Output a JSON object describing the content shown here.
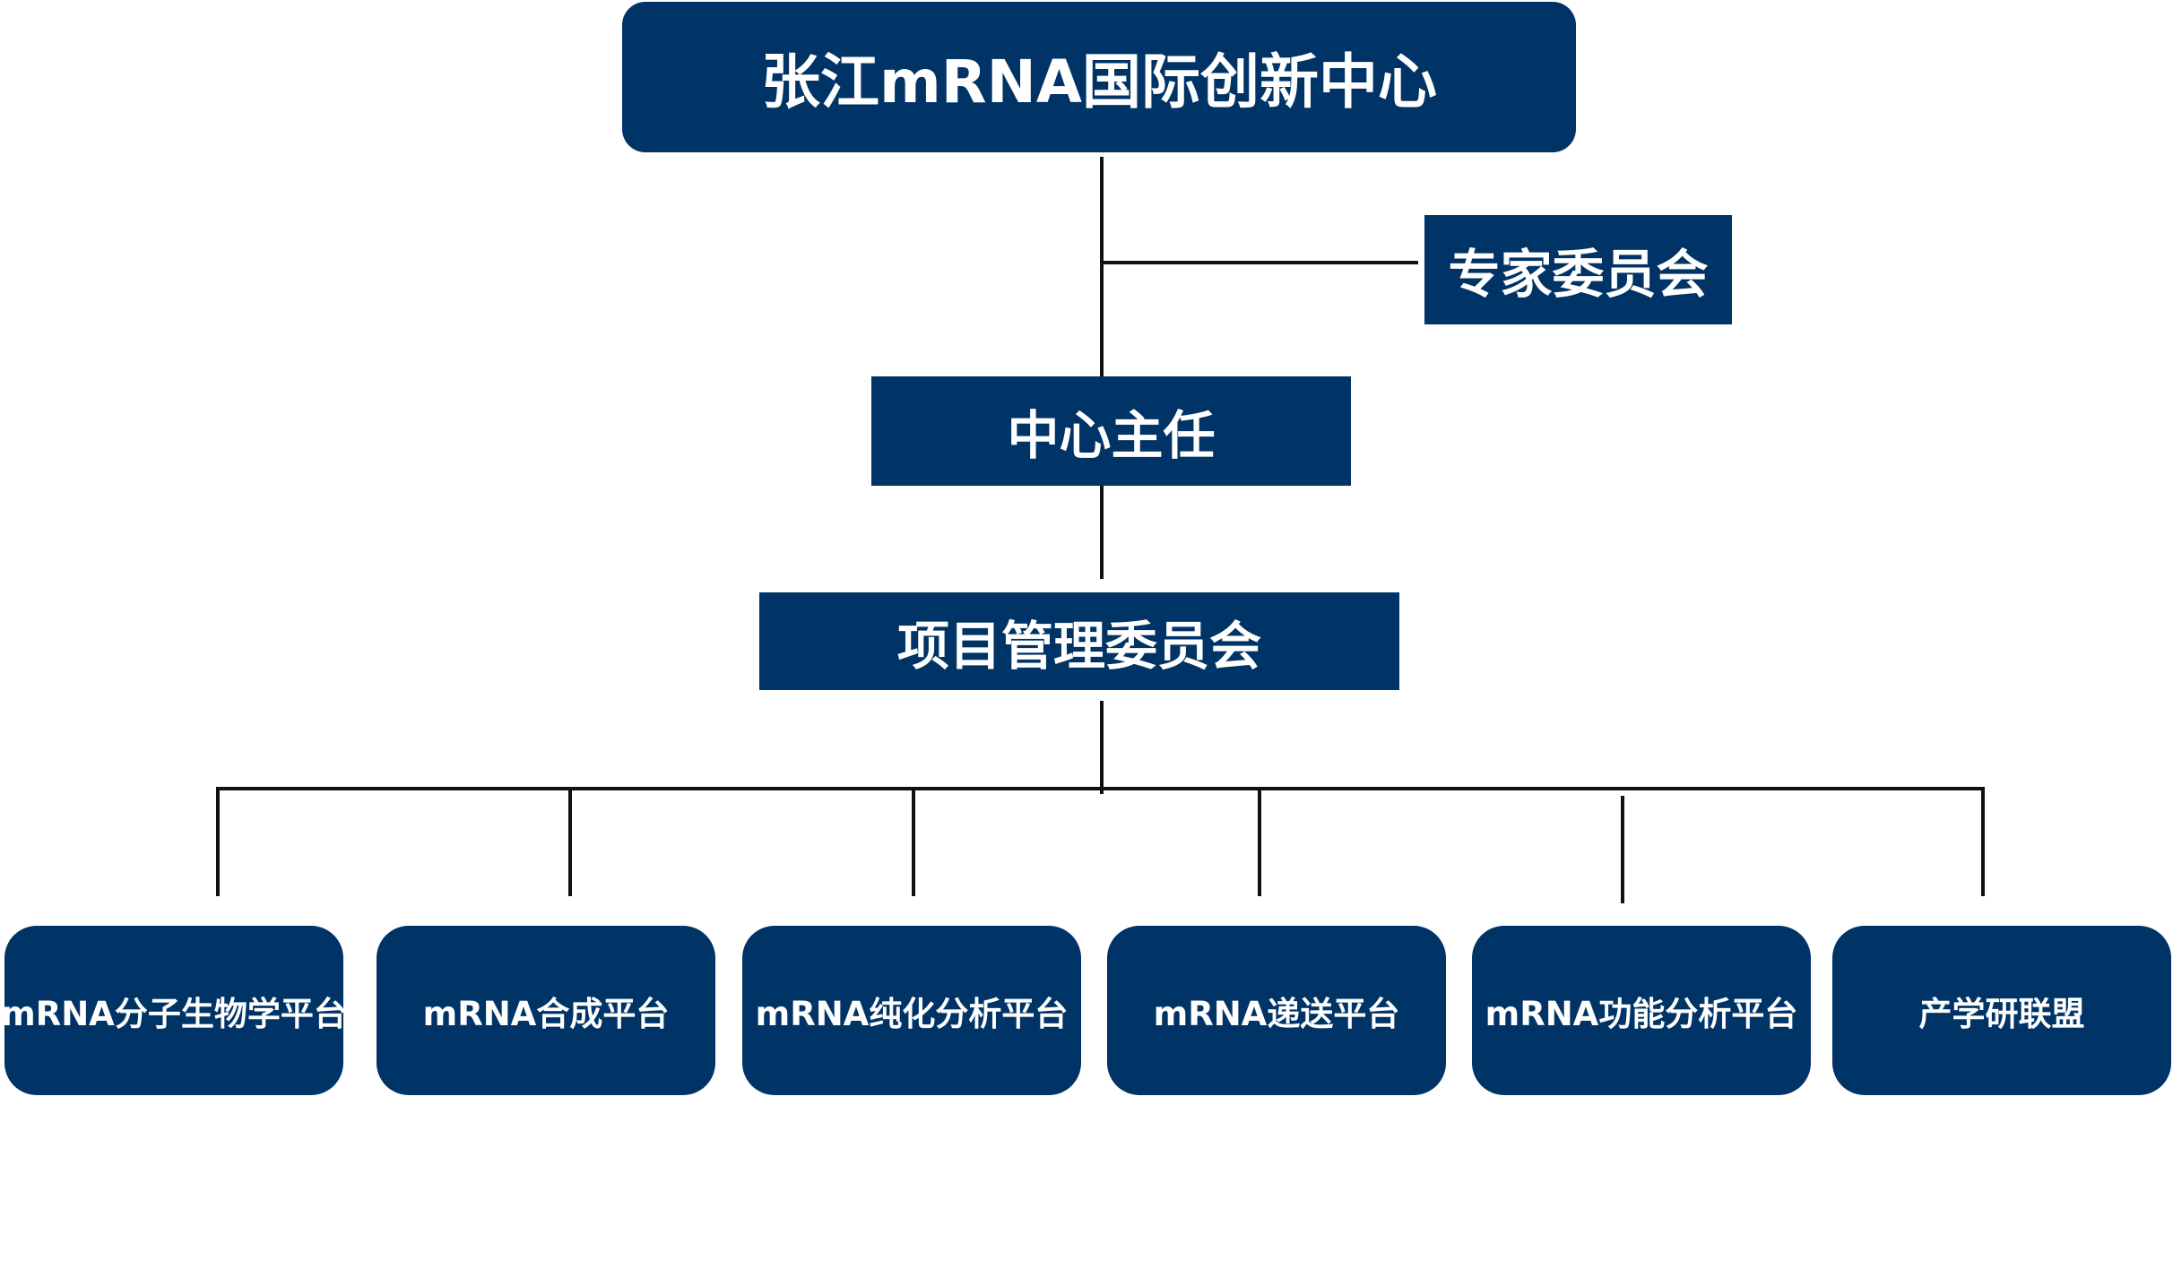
{
  "org": {
    "root": "张江mRNA国际创新中心",
    "expert_committee": "专家委员会",
    "director": "中心主任",
    "project_committee": "项目管理委员会",
    "platforms": [
      "mRNA分子生物学平台",
      "mRNA合成平台",
      "mRNA纯化分析平台",
      "mRNA递送平台",
      "mRNA功能分析平台",
      "产学研联盟"
    ]
  },
  "colors": {
    "box_fill": "#003366",
    "box_text": "#ffffff",
    "connector": "#111111"
  }
}
